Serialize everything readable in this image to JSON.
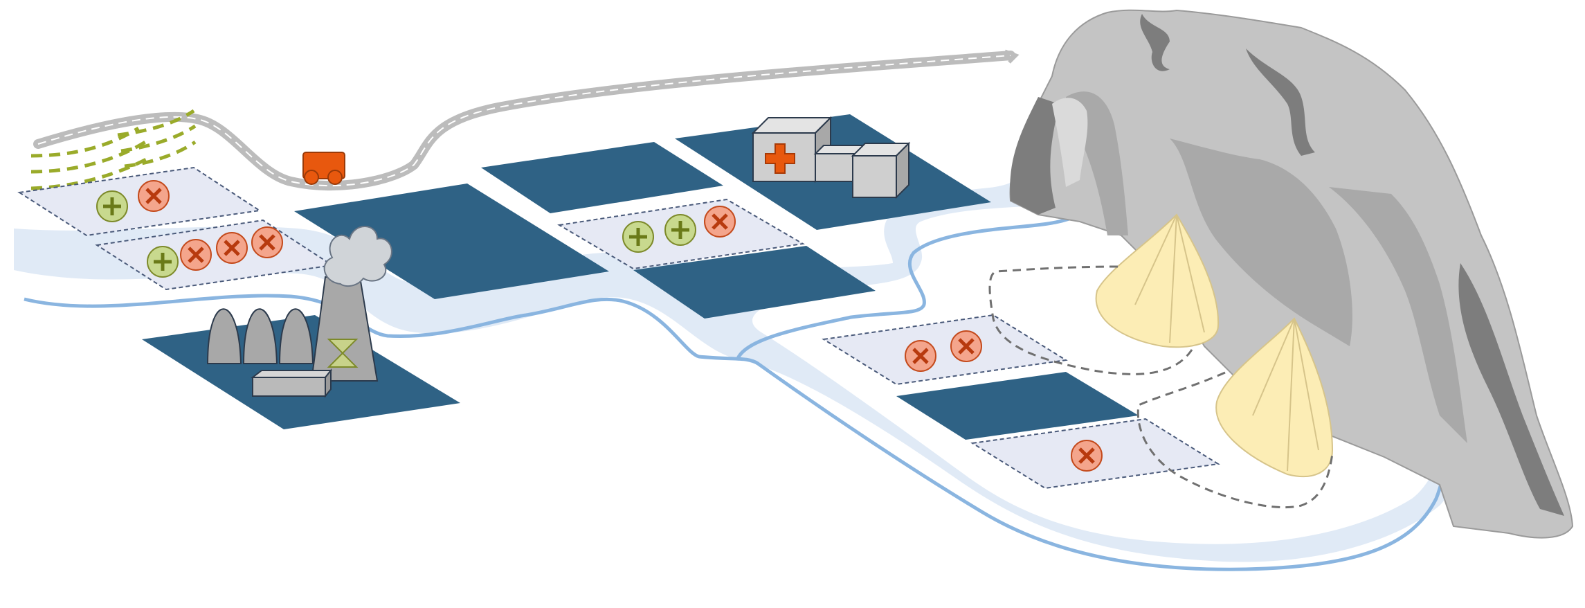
{
  "scene": {
    "colors": {
      "background": "#ffffff",
      "block_fill": "#2f6285",
      "zone_fill": "#e6e9f4",
      "zone_border": "#4a5a7a",
      "river_line": "#8ab5e0",
      "river_band": "#dbe6f4",
      "road_outer": "#bcbcbc",
      "road_center": "#ffffff",
      "mountain_light": "#c4c4c4",
      "mountain_mid": "#a9a9a9",
      "mountain_dark": "#7d7d7d",
      "fan_fill": "#fcedb5",
      "fan_stroke": "#d6c48a",
      "marker_plus_fill": "#c8d98e",
      "marker_plus_stroke": "#7d8a2a",
      "marker_x_fill": "#f4a58c",
      "marker_x_stroke": "#c44a1c",
      "vehicle": "#e8580e",
      "medical_cross": "#e8580e",
      "plant": "#a8a8a8",
      "hazard_lines": "#9aab2a",
      "boundary_dash": "#707070"
    },
    "zone_markers": [
      {
        "zone": "upper-left-1",
        "markers": [
          "plus",
          "x"
        ]
      },
      {
        "zone": "upper-left-2",
        "markers": [
          "plus",
          "x",
          "x",
          "x"
        ]
      },
      {
        "zone": "center",
        "markers": [
          "plus",
          "plus",
          "x"
        ]
      },
      {
        "zone": "right-1",
        "markers": [
          "x",
          "x"
        ]
      },
      {
        "zone": "right-2",
        "markers": [
          "x"
        ]
      }
    ],
    "icons": [
      "power-plant-icon",
      "hospital-icon",
      "vehicle-icon",
      "debris-fan-icon",
      "mountain-icon",
      "river-icon",
      "road-icon"
    ]
  }
}
